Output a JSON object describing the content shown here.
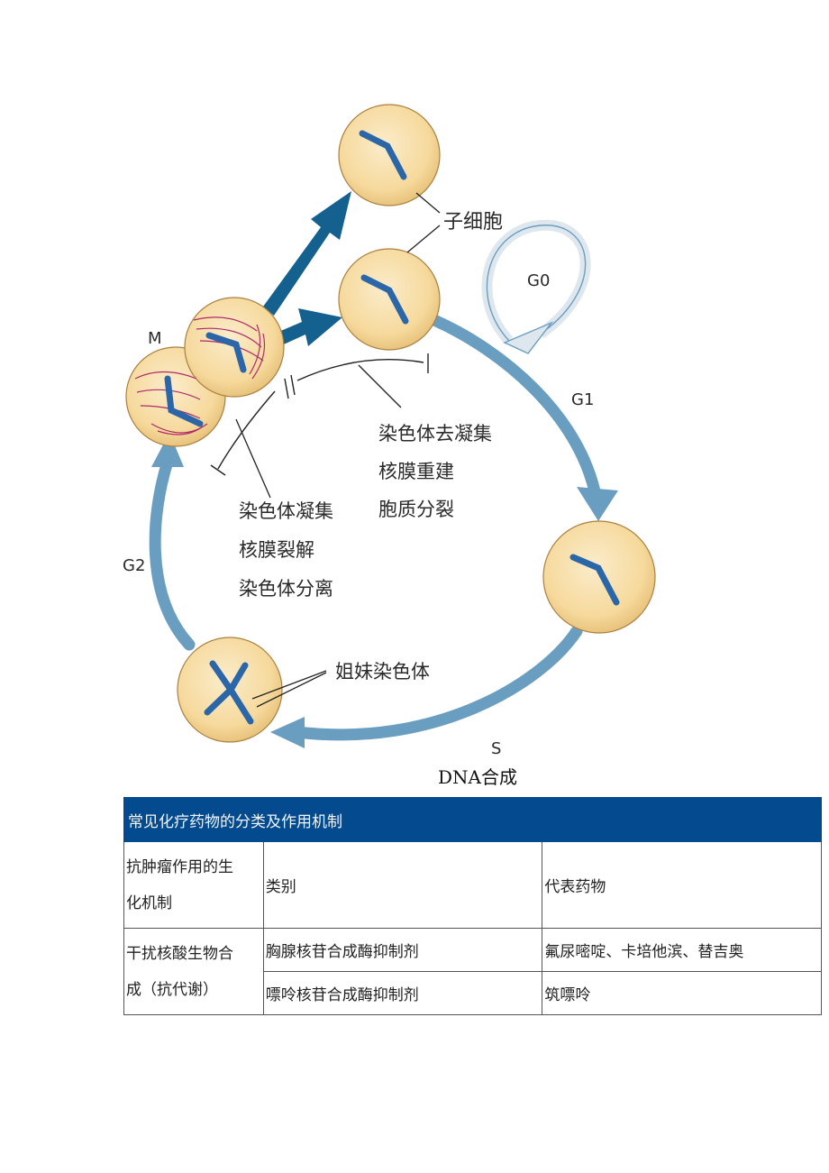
{
  "diagram": {
    "labels": {
      "daughter_cell": "子细胞",
      "g0": "G0",
      "m": "M",
      "g1": "G1",
      "g2": "G2",
      "s": "S",
      "sister_chromatid": "姐妹染色体",
      "telophase": [
        "染色体去凝集",
        "核膜重建",
        "胞质分裂"
      ],
      "prophase": [
        "染色体凝集",
        "核膜裂解",
        "染色体分离"
      ]
    },
    "caption": "DNA合成",
    "colors": {
      "cycle_arrow": "#6a9ec0",
      "dark_arrow": "#14608f",
      "cell_fill": "#f7dfa6",
      "cell_edge": "#a98040",
      "chromosome": "#2a66a8",
      "spindle": "#b02a6a"
    }
  },
  "table": {
    "title": "常见化疗药物的分类及作用机制",
    "header": {
      "mechanism": [
        "抗肿瘤作用的生",
        "化机制"
      ],
      "category": "类别",
      "drugs": "代表药物"
    },
    "group": {
      "mechanism": [
        "干扰核酸生物合",
        "成（抗代谢）"
      ],
      "rows": [
        {
          "category": "胸腺核苷合成酶抑制剂",
          "drugs": "氟尿嘧啶、卡培他滨、替吉奥"
        },
        {
          "category": "嘌呤核苷合成酶抑制剂",
          "drugs": "筑嘌呤"
        }
      ]
    }
  }
}
